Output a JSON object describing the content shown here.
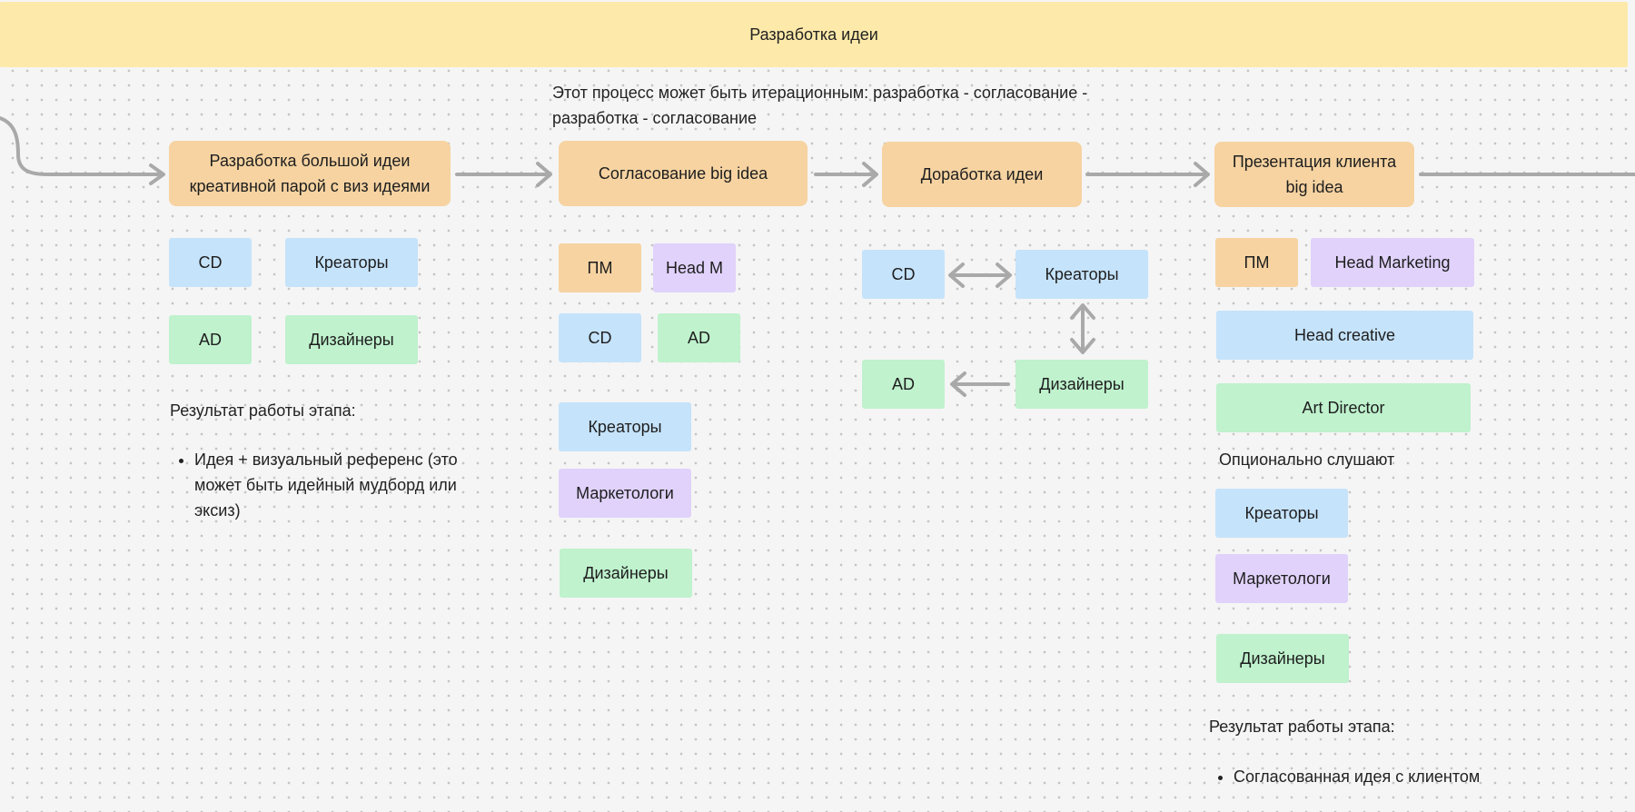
{
  "header": {
    "title": "Разработка идеи"
  },
  "note": "Этот процесс может быть итерационным: разработка - согласование - разработка - согласование",
  "steps": [
    {
      "label": "Разработка большой идеи креативной парой с виз идеями"
    },
    {
      "label": "Согласование big idea"
    },
    {
      "label": "Доработка идеи"
    },
    {
      "label": "Презентация клиента big idea"
    }
  ],
  "stage1": {
    "roles": [
      "CD",
      "Креаторы",
      "AD",
      "Дизайнеры"
    ],
    "result_title": "Результат работы этапа:",
    "result_items": [
      "Идея + визуальный референс (это может быть идейный мудборд или эксиз)"
    ]
  },
  "stage2": {
    "roles": [
      "ПМ",
      "Head M",
      "CD",
      "AD",
      "Креаторы",
      "Маркетологи",
      "Дизайнеры"
    ]
  },
  "stage3": {
    "roles": [
      "CD",
      "Креаторы",
      "AD",
      "Дизайнеры"
    ]
  },
  "stage4": {
    "roles": [
      "ПМ",
      "Head Marketing",
      "Head creative",
      "Art Director"
    ],
    "optional_title": "Опционально слушают",
    "optional_roles": [
      "Креаторы",
      "Маркетологи",
      "Дизайнеры"
    ],
    "result_title": "Результат работы этапа:",
    "result_items": [
      "Согласованная идея с клиентом"
    ]
  },
  "colors": {
    "header": "#fde9a9",
    "step": "#f6d3a1",
    "orange": "#f6d3a1",
    "blue": "#c5e3fb",
    "green": "#bff2cd",
    "purple": "#e0d2fb",
    "arrow": "#a9a9a9"
  }
}
